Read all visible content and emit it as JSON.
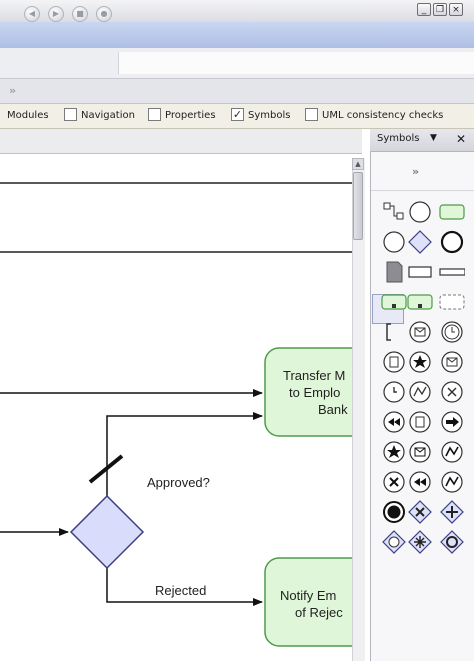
{
  "titlebar": {
    "buttons": [
      {
        "name": "minimize-button",
        "glyph": "_"
      },
      {
        "name": "restore-button",
        "glyph": "❐"
      },
      {
        "name": "close-button",
        "glyph": "×"
      }
    ]
  },
  "nav": {
    "buttons": [
      {
        "name": "back-button",
        "glyph": "◀"
      },
      {
        "name": "forward-button",
        "glyph": "▶"
      },
      {
        "name": "stop-button",
        "glyph": "■"
      },
      {
        "name": "home-button",
        "glyph": "●"
      }
    ]
  },
  "toolbar2": {
    "overflow_glyph": "»"
  },
  "view_options": {
    "modules_label": "Modules",
    "navigation": {
      "label": "Navigation",
      "checked": false
    },
    "properties": {
      "label": "Properties",
      "checked": false
    },
    "symbols": {
      "label": "Symbols",
      "checked": true
    },
    "uml": {
      "label": "UML consistency checks",
      "checked": false
    },
    "check_glyph": "✓"
  },
  "diagram": {
    "task_transfer": {
      "lines": [
        "Transfer M",
        "to Emplo",
        "Bank"
      ]
    },
    "task_notify": {
      "lines": [
        "Notify Em",
        "of Rejec"
      ]
    },
    "gateway_label": "Approved?",
    "rejected_label": "Rejected",
    "colors": {
      "task_fill": "#dff7d8",
      "task_stroke": "#4f9a4a",
      "gateway_fill": "#d9dcfa",
      "gateway_stroke": "#3c3f82"
    }
  },
  "symbols_panel": {
    "title": "Symbols",
    "dropdown_glyph": "▼",
    "close_glyph": "✕",
    "overflow_glyph": "»",
    "icons": [
      "connector-icon",
      "start-event-icon",
      "task-icon",
      "intermediate-event-icon",
      "gateway-icon",
      "end-event-icon",
      "data-object-icon",
      "rectangle-shape-icon",
      "lane-icon",
      "subprocess-icon",
      "collapsed-subprocess-icon",
      "group-icon",
      "annotation-icon",
      "message-event-icon",
      "timer-event-icon",
      "conditional-event-icon",
      "signal-event-icon",
      "message-boundary-icon",
      "timer-boundary-icon",
      "conditional-boundary-icon",
      "cancel-event-icon",
      "compensation-event-icon",
      "link-event-icon",
      "link-throw-icon",
      "signal-throw-icon",
      "message-throw-icon",
      "multiple-event-icon",
      "cancel-end-icon",
      "compensation-end-icon",
      "error-end-icon",
      "terminate-end-icon",
      "exclusive-gateway-icon",
      "parallel-gateway-icon",
      "event-gateway-icon",
      "complex-gateway-icon",
      "inclusive-gateway-icon"
    ]
  }
}
